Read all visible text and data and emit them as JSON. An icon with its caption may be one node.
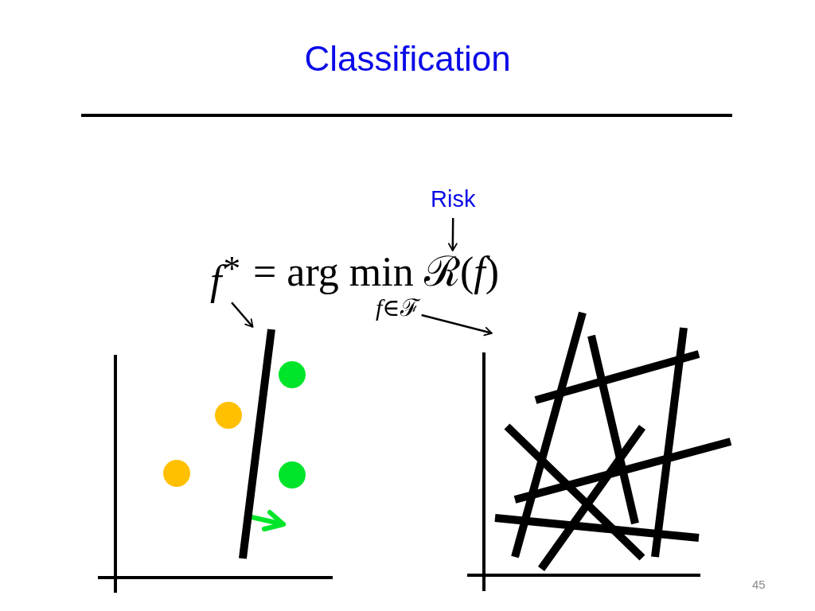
{
  "diagram": {
    "title": "Classification",
    "nodes": [
      {
        "text": [
          "Risk"
        ]
      },
      {
        "text": [
          "f$^{*}$"
        ]
      },
      {
        "text": [
          "ℛ(*f*)"
        ]
      },
      {
        "text": [
          "*f*∈ℱ"
        ]
      },
      {
        "text": [],
        "shape": "line"
      },
      {
        "text": [],
        "shape": "picture"
      }
    ],
    "edges": [
      {
        "from": 0,
        "to": 2,
        "arrow": "to"
      },
      {
        "from": 1,
        "to": 4,
        "arrow": "to"
      },
      {
        "from": 3,
        "to": 5,
        "arrow": "to"
      }
    ],
    "labels": [
      "= arg min",
      "45"
    ]
  }
}
